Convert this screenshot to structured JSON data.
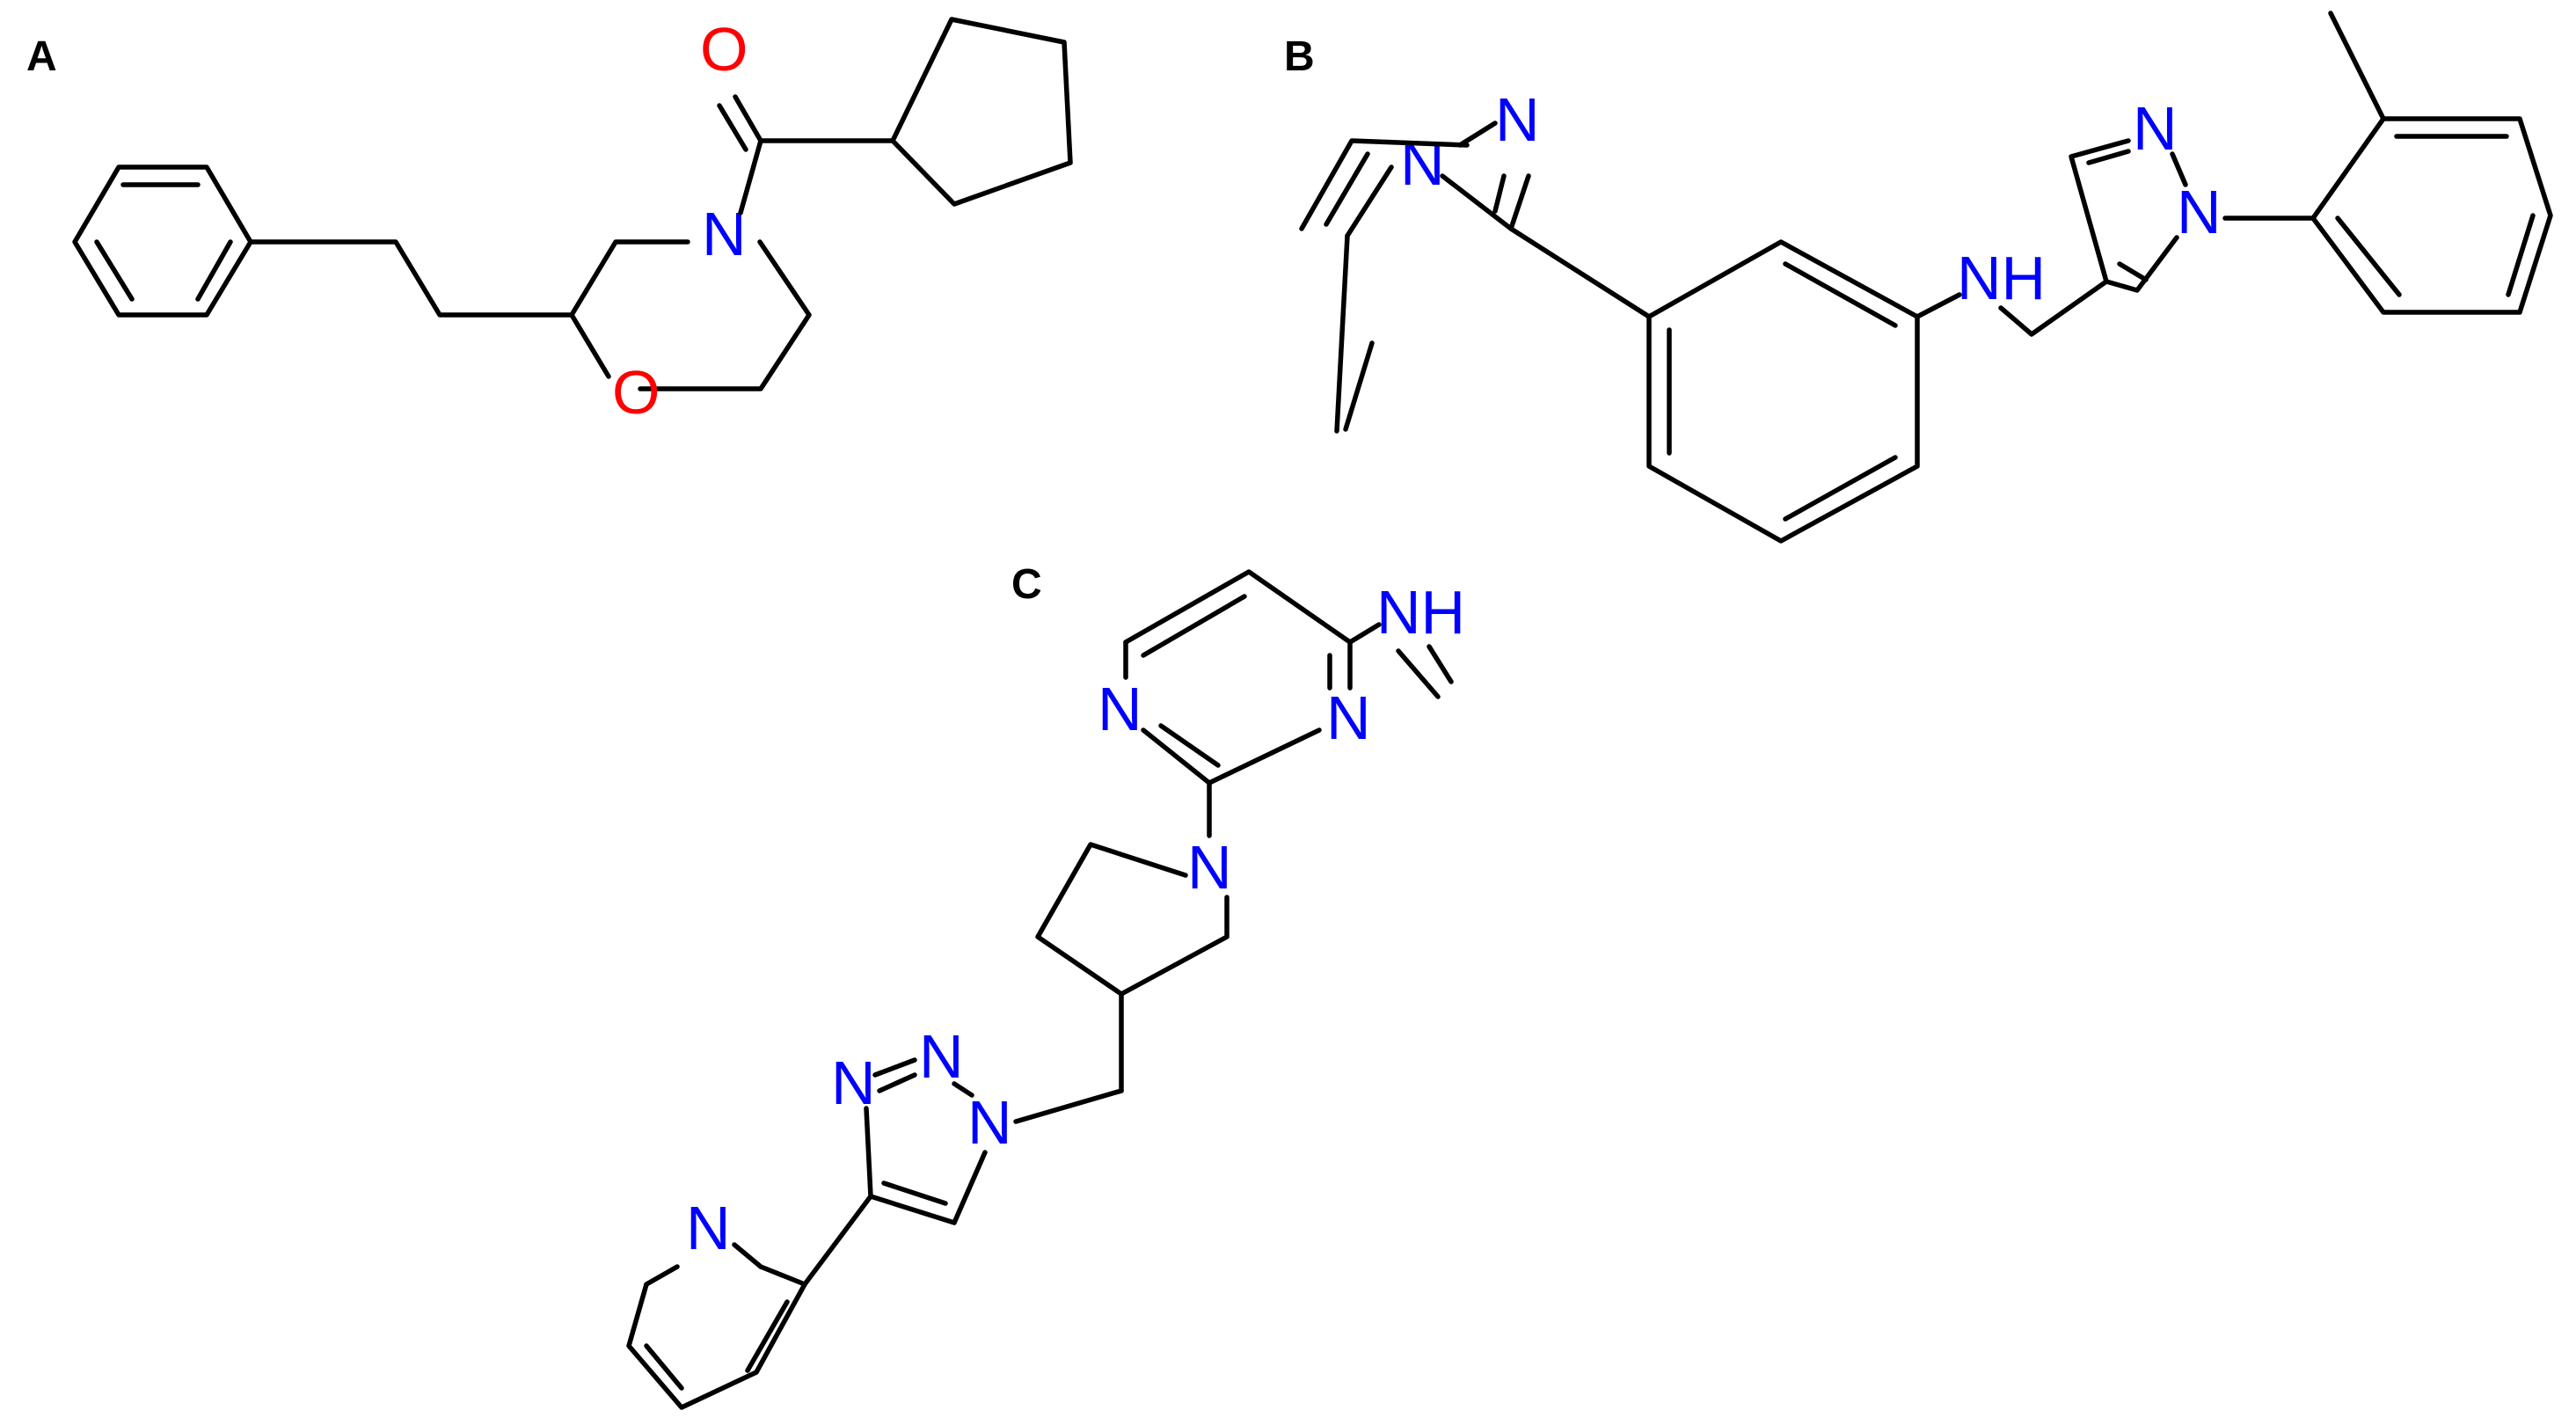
{
  "colors": {
    "bond": "#000000",
    "oxygen": "#ff0000",
    "nitrogen": "#0000ff",
    "label": "#000000"
  },
  "panels": {
    "A": {
      "label": "A",
      "atoms": {
        "carbonyl_o": "O",
        "ring_n": "N",
        "ring_o": "O"
      }
    },
    "B": {
      "label": "B",
      "atoms": {
        "im_n3": "N",
        "im_n1": "N",
        "amine": "NH",
        "pz_n2": "N",
        "pz_n1": "N"
      }
    },
    "C": {
      "label": "C",
      "atoms": {
        "pm_n3": "N",
        "pm_n1": "N",
        "methylamine": "NH",
        "pip_n": "N",
        "tz_n1": "N",
        "tz_n2": "N",
        "tz_n3": "N",
        "py_n": "N"
      }
    }
  }
}
